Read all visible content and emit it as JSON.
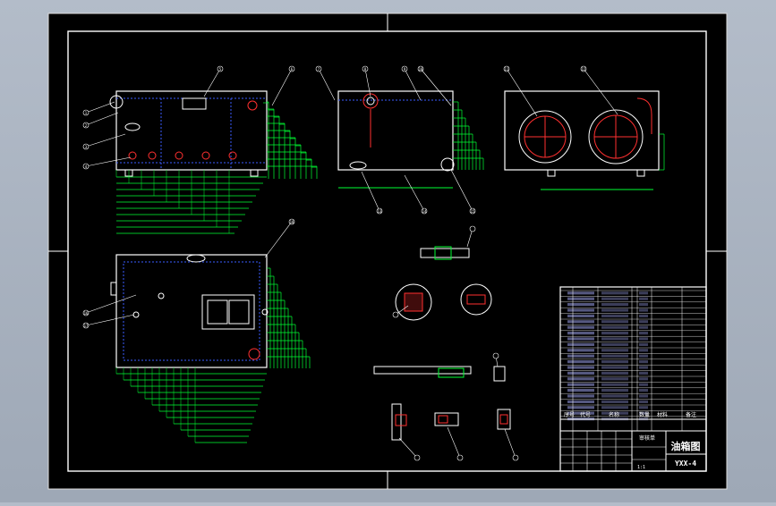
{
  "colors": {
    "background": "#a9b2bf",
    "sheet": "#000000",
    "frame": "#ffffff",
    "outline": "#ffffff",
    "hidden_line": "#3a5bff",
    "section": "#ff3030",
    "dimension": "#00ff33",
    "leader": "#ffffff",
    "accent": "#ffff00"
  },
  "drawing": {
    "title_block": {
      "drawing_name": "油箱图",
      "drawing_number": "YXX-4",
      "left_field": "审核单",
      "scale": "1:1",
      "parts_header": [
        "序号",
        "代号",
        "名称",
        "数量",
        "材料",
        "备注"
      ]
    },
    "balloons": [
      "1",
      "2",
      "3",
      "4",
      "5",
      "6",
      "7",
      "8",
      "9",
      "10",
      "11",
      "12",
      "13",
      "14",
      "15",
      "16",
      "17",
      "18"
    ]
  }
}
